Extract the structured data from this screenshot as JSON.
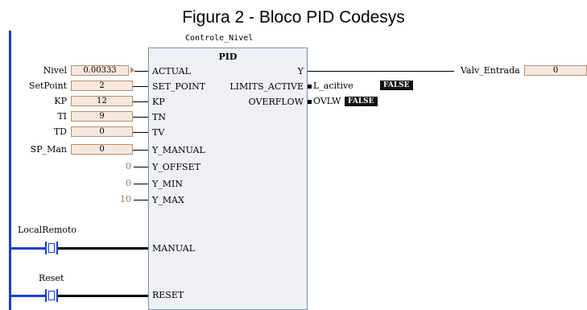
{
  "caption": "Figura 2 -  Bloco PID Codesys",
  "instance_name": "Controle_Nivel",
  "block_type": "PID",
  "inputs": [
    {
      "pin": "ACTUAL",
      "variable": "Nivel",
      "value": "0.00333"
    },
    {
      "pin": "SET_POINT",
      "variable": "SetPoint",
      "value": "2"
    },
    {
      "pin": "KP",
      "variable": "KP",
      "value": "12"
    },
    {
      "pin": "TN",
      "variable": "TI",
      "value": "9"
    },
    {
      "pin": "TV",
      "variable": "TD",
      "value": "0"
    },
    {
      "pin": "Y_MANUAL",
      "variable": "SP_Man",
      "value": "0"
    },
    {
      "pin": "Y_OFFSET",
      "constant": "0"
    },
    {
      "pin": "Y_MIN",
      "constant": "0"
    },
    {
      "pin": "Y_MAX",
      "constant": "10"
    },
    {
      "pin": "MANUAL",
      "contact": "LocalRemoto"
    },
    {
      "pin": "RESET",
      "contact": "Reset"
    }
  ],
  "outputs": [
    {
      "pin": "Y",
      "variable": "Valv_Entrada",
      "value": "0"
    },
    {
      "pin": "LIMITS_ACTIVE",
      "variable": "L_acitive",
      "value": "FALSE"
    },
    {
      "pin": "OVERFLOW",
      "variable": "OVLW",
      "value": "FALSE"
    }
  ],
  "colors": {
    "rail": "#1a3fd0",
    "value_box": "#f5e7dd",
    "block": "#eef0f6"
  }
}
